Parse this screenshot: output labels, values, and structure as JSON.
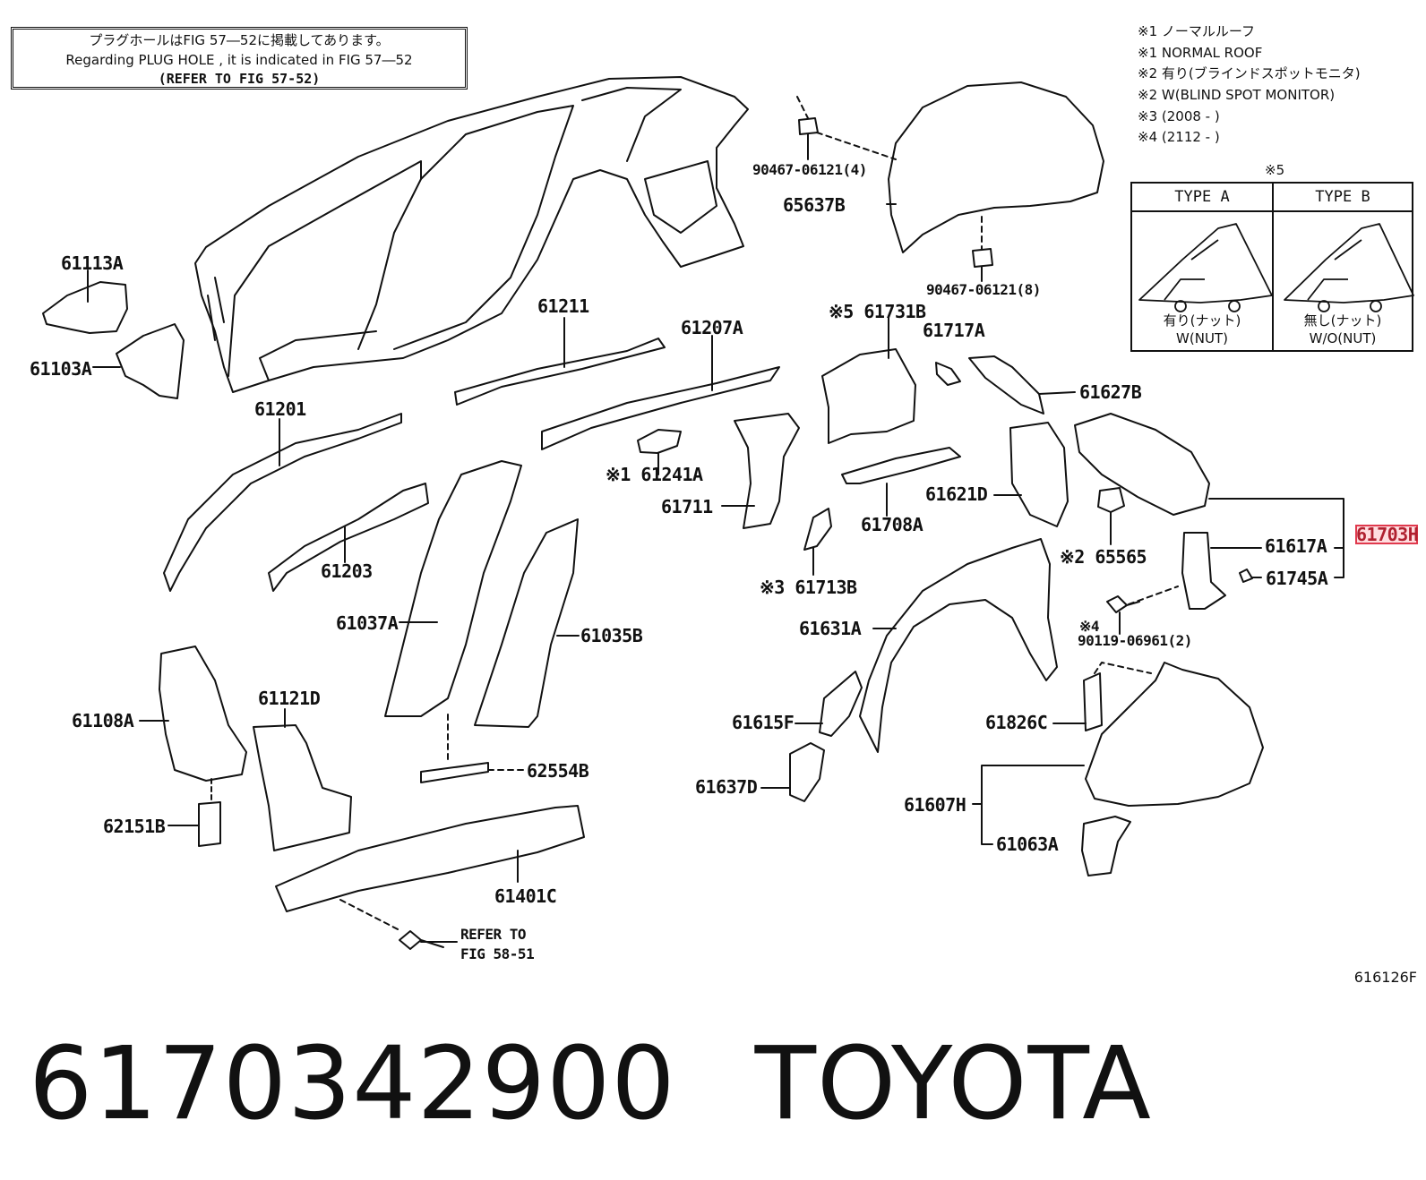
{
  "notice": {
    "line_jp": "プラグホールはFIG 57―52に掲載してあります。",
    "line_en": "Regarding  PLUG  HOLE , it is indicated in FIG  57―52",
    "line_ref": "(REFER  TO  FIG 57-52)"
  },
  "legend": {
    "notes": [
      "※1 ノーマルルーフ",
      "※1 NORMAL ROOF",
      "※2 有り(ブラインドスポットモニタ)",
      "※2 W(BLIND SPOT MONITOR)",
      "※3 (2008 -         )",
      "※4 (2112 -         )"
    ],
    "note5_mark": "※5",
    "type_a": {
      "header": "TYPE  A",
      "caption_jp": "有り(ナット)",
      "caption_en": "W(NUT)"
    },
    "type_b": {
      "header": "TYPE  B",
      "caption_jp": "無し(ナット)",
      "caption_en": "W/O(NUT)"
    }
  },
  "labels": {
    "p61113A": "61113A",
    "p61103A": "61103A",
    "p61201": "61201",
    "p61203": "61203",
    "p61211": "61211",
    "p61207A": "61207A",
    "p61241A": "※1 61241A",
    "p61711": "61711",
    "p61731B": "※5 61731B",
    "p61717A": "61717A",
    "p61627B": "61627B",
    "p61708A": "61708A",
    "p61621D": "61621D",
    "p65565": "※2 65565",
    "p61617A": "61617A",
    "p61703H": "61703H",
    "p61745A": "61745A",
    "p61713B": "※3 61713B",
    "p61631A": "61631A",
    "p90119_mark": "※4",
    "p90119": "90119-06961(2)",
    "p61037A": "61037A",
    "p61035B": "61035B",
    "p61108A": "61108A",
    "p61121D": "61121D",
    "p62554B": "62554B",
    "p62151B": "62151B",
    "p61615F": "61615F",
    "p61826C": "61826C",
    "p61637D": "61637D",
    "p61607H": "61607H",
    "p61063A": "61063A",
    "p61401C": "61401C",
    "refer_to": "REFER  TO",
    "fig_5851": "FIG 58-51",
    "p90467a": "90467-06121(4)",
    "p65637B": "65637B",
    "p90467b": "90467-06121(8)"
  },
  "footer": {
    "part_number": "6170342900",
    "brand": "TOYOTA",
    "figure_code": "616126F"
  },
  "highlight_color": "#e0394d"
}
